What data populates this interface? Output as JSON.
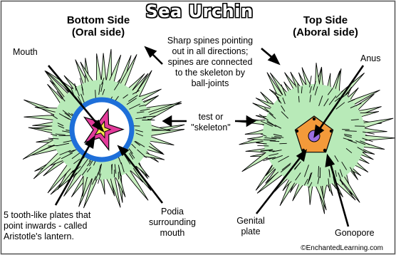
{
  "title": "Sea Urchin",
  "bottom_header": {
    "line1": "Bottom Side",
    "line2": "(Oral side)"
  },
  "top_header": {
    "line1": "Top Side",
    "line2": "(Aboral side)"
  },
  "labels": {
    "mouth": "Mouth",
    "spines": [
      "Sharp spines pointing",
      "out in all directions;",
      "spines are connected",
      "to the skeleton by",
      "ball-joints"
    ],
    "test": [
      "test or",
      "\"skeleton\""
    ],
    "anus": "Anus",
    "teeth": [
      "5 tooth-like plates that",
      "point inwards - called",
      "Aristotle's lantern."
    ],
    "podia": [
      "Podia",
      "surrounding",
      "mouth"
    ],
    "genital": [
      "Genital",
      "plate"
    ],
    "gonopore": "Gonopore"
  },
  "credit": "©EnchantedLearning.com",
  "colors": {
    "spine_fill": "#c8f0c0",
    "test_fill": "#b8eab8",
    "ring": "#1e6fd9",
    "star": "#e23a9a",
    "star_center": "#f4e64a",
    "genital_plate": "#f39a3a",
    "anus": "#9b6fe0"
  }
}
